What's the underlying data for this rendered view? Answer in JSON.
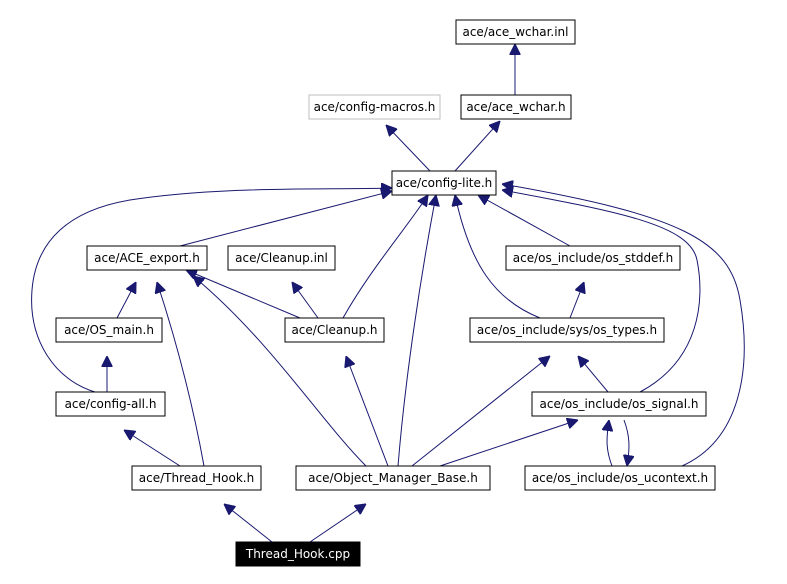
{
  "colors": {
    "edge": "#191970",
    "node_border": "#000000",
    "faded_border": "#bfbfbf",
    "root_fill": "#000000",
    "root_text": "#ffffff"
  },
  "nodes": {
    "ace_wchar_inl": "ace/ace_wchar.inl",
    "config_macros": "ace/config-macros.h",
    "ace_wchar_h": "ace/ace_wchar.h",
    "config_lite": "ace/config-lite.h",
    "ace_export": "ace/ACE_export.h",
    "cleanup_inl": "ace/Cleanup.inl",
    "os_stddef": "ace/os_include/os_stddef.h",
    "os_main": "ace/OS_main.h",
    "cleanup_h": "ace/Cleanup.h",
    "os_types": "ace/os_include/sys/os_types.h",
    "config_all": "ace/config-all.h",
    "os_signal": "ace/os_include/os_signal.h",
    "thread_hook_h": "ace/Thread_Hook.h",
    "object_manager_base": "ace/Object_Manager_Base.h",
    "os_ucontext": "ace/os_include/os_ucontext.h",
    "thread_hook_cpp": "Thread_Hook.cpp"
  }
}
